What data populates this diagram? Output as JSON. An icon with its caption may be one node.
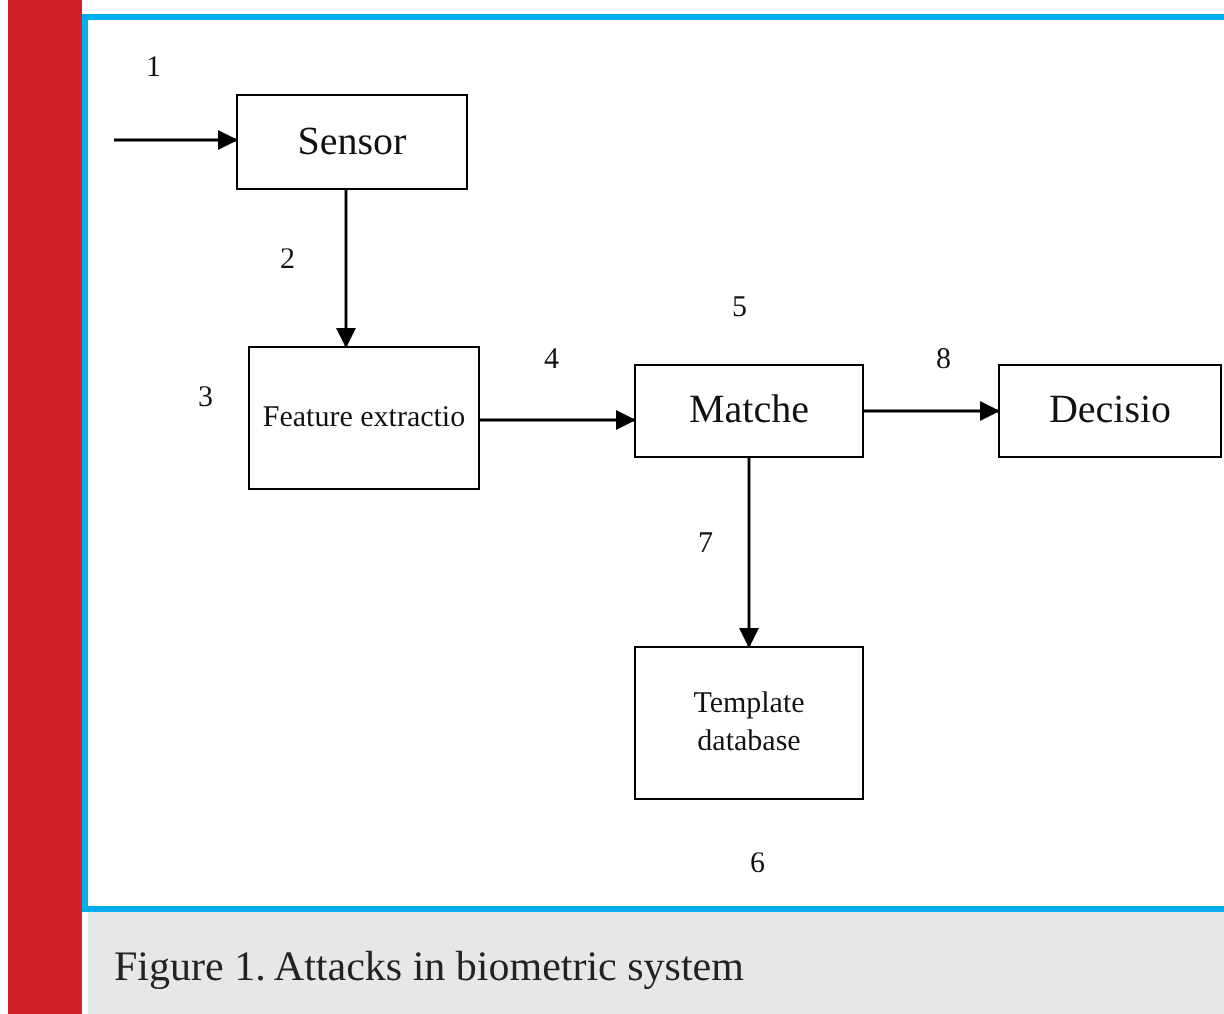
{
  "diagram": {
    "caption": "Figure 1. Attacks in biometric system",
    "nodes": [
      {
        "text": [
          "Sensor"
        ]
      },
      {
        "text": [
          "Feature extractio"
        ]
      },
      {
        "text": [
          "Matche"
        ]
      },
      {
        "text": [
          "Decisio"
        ]
      },
      {
        "text": [
          "Template database"
        ]
      }
    ],
    "edges": [
      {
        "from": null,
        "to": 0,
        "arrow": "to"
      },
      {
        "from": 0,
        "to": 1,
        "arrow": "to"
      },
      {
        "from": 1,
        "to": 2,
        "arrow": "to"
      },
      {
        "from": 2,
        "to": 3,
        "arrow": "to"
      },
      {
        "from": 2,
        "to": 4,
        "arrow": "to"
      }
    ],
    "labels": [
      "1",
      "2",
      "5",
      "3",
      "4",
      "8",
      "7",
      "6"
    ]
  }
}
